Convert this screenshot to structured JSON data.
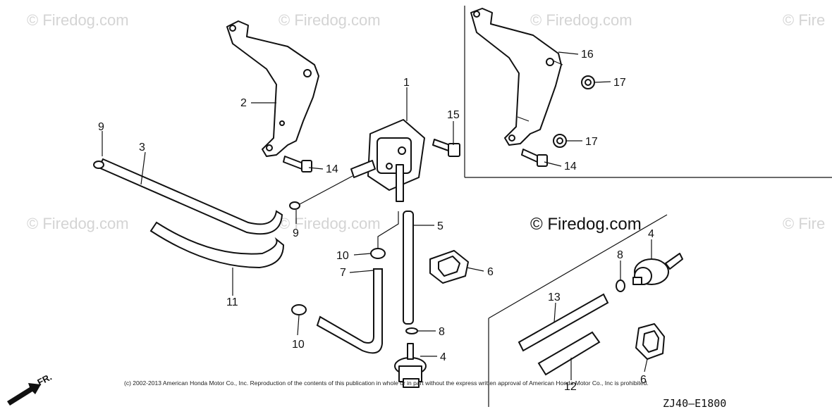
{
  "watermarks": [
    "© Firedog.com",
    "© Firedog.com",
    "© Firedog.com",
    "© Fire",
    "© Firedog.com",
    "© Firedog.com",
    "© Fire"
  ],
  "brand_mark": "© Firedog.com",
  "callouts": [
    "1",
    "2",
    "3",
    "9",
    "9",
    "11",
    "14",
    "15",
    "16",
    "17",
    "17",
    "14",
    "5",
    "10",
    "7",
    "6",
    "4",
    "8",
    "13",
    "8",
    "10",
    "4",
    "12",
    "6"
  ],
  "copyright": "(c) 2002-2013 American Honda Motor Co., Inc. Reproduction of the contents of this publication in whole or in part without the express written approval of American Honda Motor Co., Inc is prohibited.",
  "diagram_code": "ZJ40—E1800",
  "front_label": "FR.",
  "colors": {
    "ink": "#111111",
    "watermark": "#d4d4d4",
    "background": "#ffffff"
  }
}
